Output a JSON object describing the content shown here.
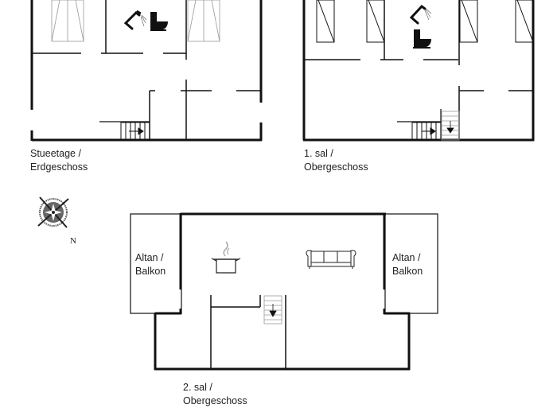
{
  "floors": [
    {
      "id": "ground",
      "label_line1": "Stueetage /",
      "label_line2": "Erdgeschoss"
    },
    {
      "id": "first",
      "label_line1": "1. sal /",
      "label_line2": "Obergeschoss"
    },
    {
      "id": "second",
      "label_line1": "2. sal /",
      "label_line2": "Obergeschoss",
      "rooms": [
        {
          "name": "balcony-left",
          "line1": "Altan /",
          "line2": "Balkon"
        },
        {
          "name": "balcony-right",
          "line1": "Altan /",
          "line2": "Balkon"
        }
      ]
    }
  ],
  "compass": {
    "icon": "compass-rose-icon",
    "north_label": "N"
  },
  "icons": [
    "shower-icon",
    "toilet-icon",
    "stairs-icon",
    "cooking-pot-icon",
    "sofa-icon",
    "skylight-window-icon"
  ]
}
